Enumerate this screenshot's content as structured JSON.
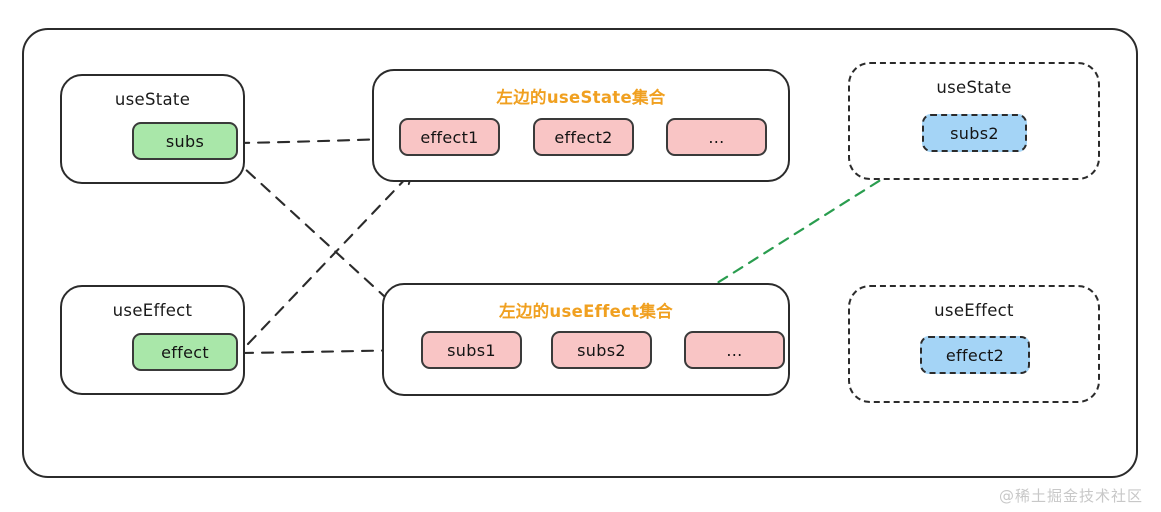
{
  "diagram": {
    "title_watermark": "@稀土掘金技术社区",
    "groups": {
      "left_usestate": {
        "title": "useState",
        "chips": [
          {
            "label": "subs",
            "color": "#a9e7a9"
          }
        ]
      },
      "left_useeffect": {
        "title": "useEffect",
        "chips": [
          {
            "label": "effect",
            "color": "#a9e7a9"
          }
        ]
      },
      "mid_usestate_collection": {
        "title": "左边的useState集合",
        "title_color": "#f0a020",
        "chips": [
          {
            "label": "effect1",
            "color": "#f9c5c5"
          },
          {
            "label": "effect2",
            "color": "#f9c5c5"
          },
          {
            "label": "...",
            "color": "#f9c5c5"
          }
        ]
      },
      "mid_useeffect_collection": {
        "title": "左边的useEffect集合",
        "title_color": "#f0a020",
        "chips": [
          {
            "label": "subs1",
            "color": "#f9c5c5"
          },
          {
            "label": "subs2",
            "color": "#f9c5c5"
          },
          {
            "label": "...",
            "color": "#f9c5c5"
          }
        ]
      },
      "right_usestate": {
        "title": "useState",
        "chips": [
          {
            "label": "subs2",
            "color": "#a4d4f6"
          }
        ]
      },
      "right_useeffect": {
        "title": "useEffect",
        "chips": [
          {
            "label": "effect2",
            "color": "#a4d4f6"
          }
        ]
      }
    },
    "connections": [
      {
        "name": "subs-to-effect1",
        "from": "subs",
        "to": "effect1",
        "style": "dashed",
        "color": "#2b2b2b",
        "arrow": true
      },
      {
        "name": "subs-to-subs1",
        "from": "subs",
        "to": "subs1",
        "style": "dashed",
        "color": "#2b2b2b",
        "arrow": true
      },
      {
        "name": "effect-to-subs1",
        "from": "effect",
        "to": "subs1",
        "style": "dashed",
        "color": "#2b2b2b",
        "arrow": true
      },
      {
        "name": "effect-to-effect1",
        "from": "effect",
        "to": "effect1",
        "style": "dashed",
        "color": "#2b2b2b",
        "arrow": true
      },
      {
        "name": "subs2-blue-to-subs2-pink",
        "from": "subs2 (useState right)",
        "to": "subs2 (collection)",
        "style": "dashed",
        "color": "#2a9d4f",
        "arrow": false
      }
    ]
  }
}
